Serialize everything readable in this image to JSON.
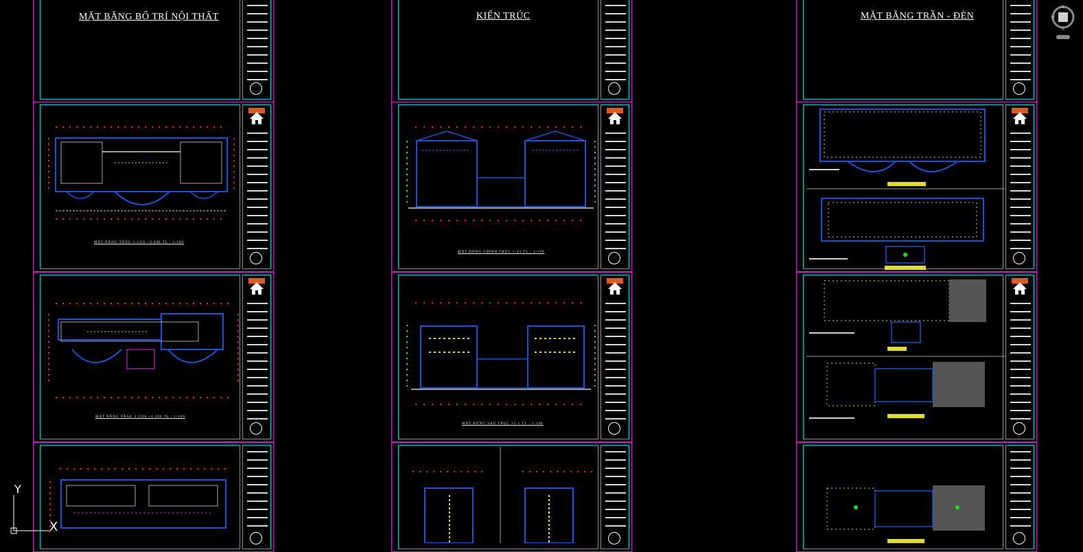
{
  "columns": [
    {
      "title": "MẶT BẰNG  BỐ TRÍ NỘI THẤT",
      "sheets": [
        {
          "caption": ""
        },
        {
          "caption": "MẶT BẰNG TẦNG 1 COS +0.000  TL : 1/100"
        },
        {
          "caption": "MẶT BẰNG TẦNG 2 COS +4.200  TL : 1/100"
        },
        {
          "caption": ""
        }
      ]
    },
    {
      "title": "KIẾN TRÚC",
      "sheets": [
        {
          "caption": ""
        },
        {
          "caption": "MẶT ĐỨNG CHÍNH TRỤC 1-23  TL : 1/100"
        },
        {
          "caption": "MẶT ĐỨNG SAU TRỤC 23-1  TL : 1/100"
        },
        {
          "caption": ""
        }
      ]
    },
    {
      "title": "MẶT BẰNG TRẦN - ĐÈN",
      "sheets": [
        {
          "caption": ""
        },
        {
          "caption": ""
        },
        {
          "caption": ""
        },
        {
          "caption": ""
        }
      ]
    }
  ],
  "ucs": {
    "x_label": "X",
    "y_label": "Y"
  },
  "viewcube": {
    "north": "N",
    "west": "W",
    "south": "S"
  },
  "icons": {
    "ucs": "ucs-axis-icon",
    "viewcube": "viewcube-icon",
    "logo": "house-logo-icon",
    "compass": "north-arrow-icon"
  },
  "colors": {
    "background": "#000000",
    "sheet_border": "#c020c0",
    "frame": "#00c8c8",
    "wall_blue": "#1e50d8",
    "accent_yellow": "#e0e020",
    "marker_red": "#ff2020"
  }
}
